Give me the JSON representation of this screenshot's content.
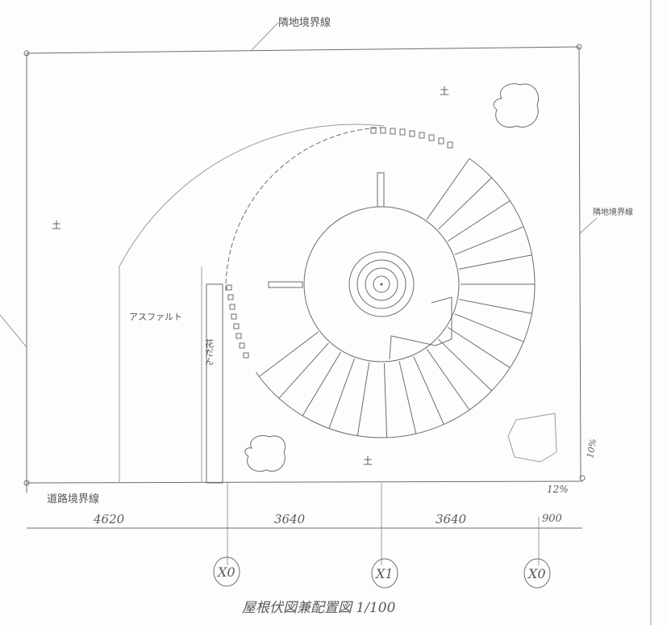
{
  "labels": {
    "top_boundary": "隣地境界線",
    "right_boundary": "隣地境界線",
    "road_boundary": "道路境界線",
    "asphalt": "アスファルト",
    "flowerbed": "花だん",
    "soil_left": "土",
    "soil_top": "土",
    "soil_bottom": "土",
    "slope_top": "10%",
    "slope_bottom": "12%",
    "title": "屋根伏図兼配置図  1/100"
  },
  "dimensions": [
    "4620",
    "3640",
    "3640",
    "900"
  ],
  "grid_labels": [
    "X0",
    "X1",
    "X0"
  ],
  "colors": {
    "line": "#6d6d6d",
    "paper": "#fdfdfb",
    "ink": "#555555"
  }
}
